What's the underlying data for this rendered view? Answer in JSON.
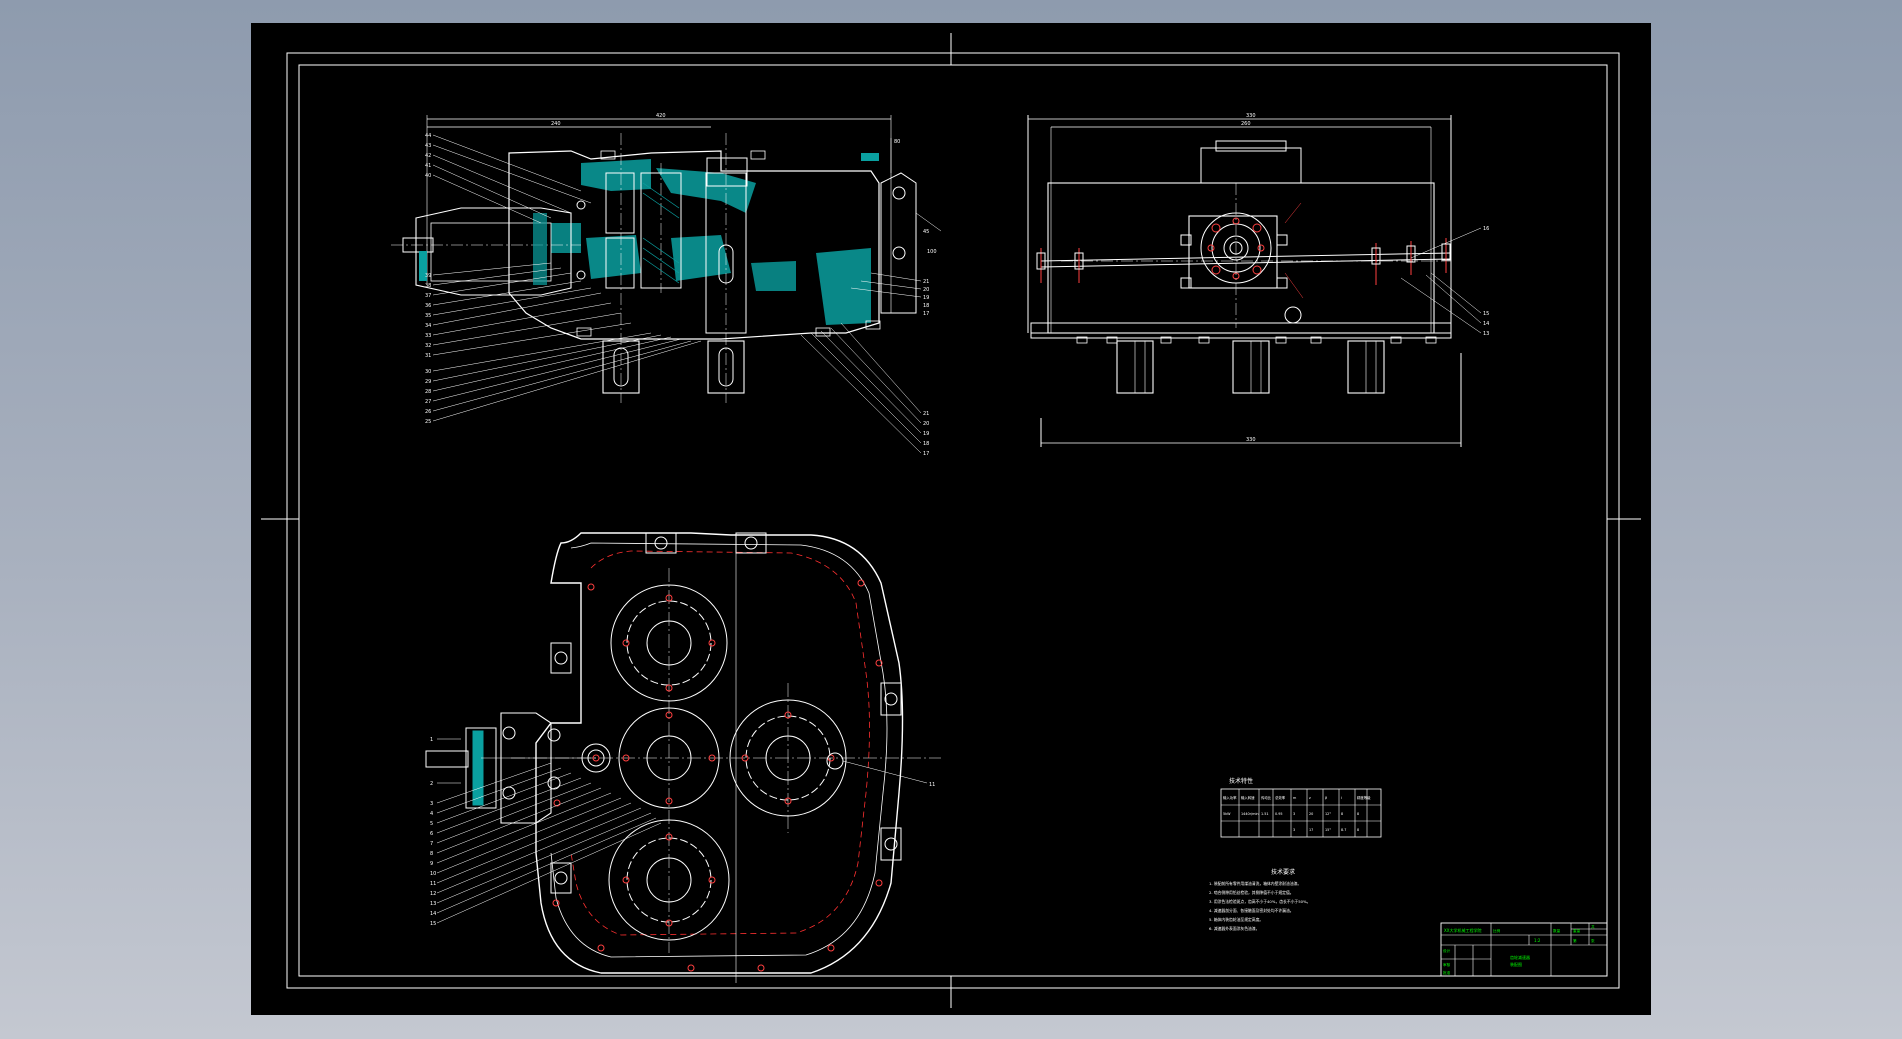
{
  "viewer": {
    "background_top": "#8e9bae",
    "background_bottom": "#c4c8d1",
    "sheet_color": "#000000"
  },
  "colors": {
    "outline": "#ffffff",
    "section_hatch": "#00c8c8",
    "bolt_hole": "#ff4040",
    "centerline": "#ffffff",
    "title_block_text": "#00ff00",
    "gasket": "#ff3030"
  },
  "front_view": {
    "dims": {
      "overall": "420",
      "part": "240",
      "side": "80",
      "height": "100"
    },
    "left_leaders": [
      "44",
      "43",
      "42",
      "41",
      "40",
      "39",
      "38",
      "37",
      "36",
      "35",
      "34",
      "33",
      "32",
      "31",
      "30",
      "29",
      "28",
      "27",
      "26",
      "25"
    ],
    "right_leaders": [
      "45",
      "21",
      "20",
      "19",
      "18",
      "17"
    ],
    "lower_right_leaders": [
      "21",
      "20",
      "19",
      "18",
      "17"
    ]
  },
  "side_view": {
    "dims": {
      "overall": "330",
      "part": "260",
      "base": "330"
    },
    "leaders": [
      "16",
      "15",
      "14",
      "13"
    ]
  },
  "top_view": {
    "leaders": [
      "1",
      "2",
      "3",
      "4",
      "5",
      "6",
      "7",
      "8",
      "9",
      "10",
      "11",
      "12",
      "13",
      "14",
      "15"
    ],
    "right_leader": "11"
  },
  "spec_table": {
    "title": "技术特性",
    "headers": [
      "输入功率",
      "输入转速",
      "传动比",
      "总效率",
      "m",
      "z",
      "β",
      "i",
      "精度等级"
    ],
    "rows": [
      [
        "5kW",
        "1440r/min",
        "1.51",
        "0.95",
        "3",
        "20",
        "12°",
        "8",
        "8"
      ],
      [
        "",
        "",
        "",
        "",
        "3",
        "17",
        "15°",
        "8.7",
        "8"
      ]
    ]
  },
  "tech_requirements": {
    "title": "技术要求",
    "items": [
      "1. 装配前所有零件用煤油清洗，箱体内壁涂耐油油漆。",
      "2. 啮合侧隙用铅丝检验，其侧隙值不小于规定值。",
      "3. 用涂色法检验斑点，齿高不小于40%，齿长不小于50%。",
      "4. 减速器剖分面、各接触面及密封处均不许漏油。",
      "5. 箱体内装齿轮油至规定高度。",
      "6. 减速器外表面涂灰色油漆。"
    ]
  },
  "title_block": {
    "school": "XX大学机械工程学院",
    "drawing_name": "齿轮减速器",
    "drawing_no": "装配图",
    "scale": "1:2",
    "cells": [
      "比例",
      "数量",
      "重量",
      "设计",
      "审核",
      "批准",
      "共",
      "张",
      "第"
    ]
  }
}
